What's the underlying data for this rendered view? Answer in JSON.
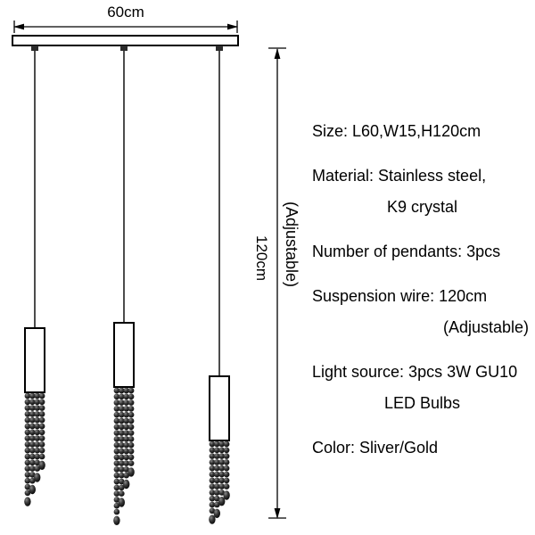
{
  "diagram": {
    "width_label": "60cm",
    "height_label": "120cm",
    "height_note": "(Adjustable)"
  },
  "specs": {
    "lines": [
      {
        "text": "Size: L60,W15,H120cm"
      },
      {
        "text": "Material: Stainless steel,"
      },
      {
        "text": "K9 crystal"
      },
      {
        "text": "Number of pendants: 3pcs"
      },
      {
        "text": "Suspension wire: 120cm"
      },
      {
        "text": "(Adjustable)"
      },
      {
        "text": "Light source: 3pcs 3W GU10"
      },
      {
        "text": "LED Bulbs"
      },
      {
        "text": "Color: Sliver/Gold"
      }
    ]
  },
  "colors": {
    "line": "#000000",
    "bead_dark": "#111111",
    "text": "#000000",
    "background": "#ffffff"
  }
}
